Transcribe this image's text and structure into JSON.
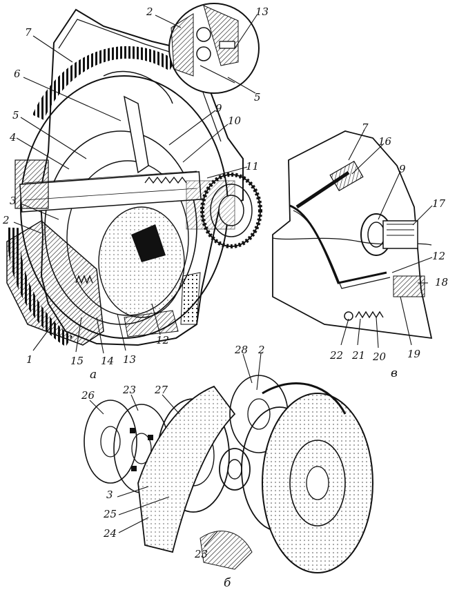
{
  "figure": {
    "captions": {
      "a": "а",
      "b": "б",
      "v": "в"
    },
    "labels_a": [
      "7",
      "6",
      "5",
      "4",
      "3",
      "2",
      "9",
      "10",
      "11",
      "1",
      "15",
      "14",
      "13",
      "12"
    ],
    "labels_inset": [
      "2",
      "13",
      "5"
    ],
    "labels_v": [
      "7",
      "16",
      "9",
      "17",
      "12",
      "18",
      "22",
      "21",
      "20",
      "19"
    ],
    "labels_b": [
      "26",
      "23",
      "27",
      "28",
      "2",
      "3",
      "25",
      "24",
      "23"
    ]
  }
}
